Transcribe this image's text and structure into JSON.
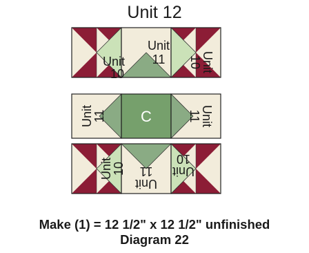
{
  "title": "Unit 12",
  "caption": {
    "line1": "Make (1) = 12 1/2\" x 12 1/2\" unfinished",
    "line2": "Diagram 22"
  },
  "labels": {
    "unit10_top_left": [
      "Unit",
      "10"
    ],
    "unit11_top_center": [
      "Unit",
      "11"
    ],
    "unit10_top_right": [
      "Unit",
      "10"
    ],
    "unit11_mid_left": [
      "Unit",
      "11"
    ],
    "center_letter": "C",
    "unit11_mid_right": [
      "Unit",
      "11"
    ],
    "unit10_bottom_left": [
      "Unit",
      "10"
    ],
    "unit11_bottom_center": [
      "Unit",
      "11"
    ],
    "unit10_bottom_right": [
      "Unit",
      "10"
    ]
  },
  "colors": {
    "cream": "#f2ecdb",
    "dark_red": "#8c1d36",
    "sage_green": "#8aab84",
    "light_green": "#cbe2b8",
    "center_green": "#76a06c",
    "outline": "#222222"
  }
}
